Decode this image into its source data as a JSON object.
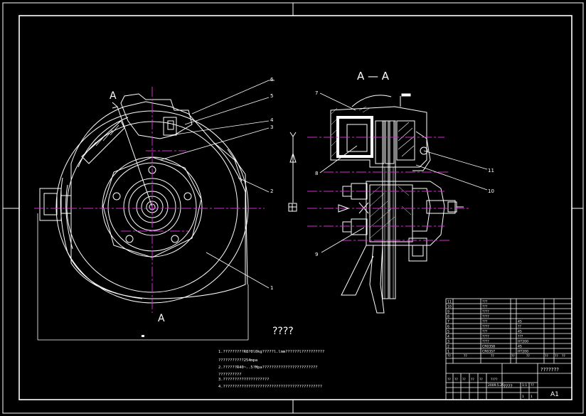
{
  "section_title": "A — A",
  "front_view": {
    "section_marker_top": "A",
    "section_marker_bottom": "A",
    "balloons": [
      "1",
      "2",
      "3",
      "4",
      "5",
      "6"
    ]
  },
  "section_view": {
    "balloons": [
      "7",
      "8",
      "9",
      "10",
      "11"
    ]
  },
  "tech_requirements": {
    "heading": "????",
    "lines": [
      "1.?????????R8?0l0kg?????l.lmm??????l??????????",
      "???????????254mpa",
      "2.??????R40~..5?Mpa????????????????????????",
      "??????????",
      "3.????????????????????",
      "4.???????????????????????????????????????????"
    ]
  },
  "title_block": {
    "parts_rows": [
      {
        "no": "11",
        "name": "???",
        "qty": "",
        "mat": ""
      },
      {
        "no": "10",
        "name": "???",
        "qty": "",
        "mat": ""
      },
      {
        "no": "9",
        "name": "????",
        "qty": "",
        "mat": ""
      },
      {
        "no": "8",
        "name": "????",
        "qty": "",
        "mat": ""
      },
      {
        "no": "7",
        "name": "???",
        "qty": "",
        "mat": "45"
      },
      {
        "no": "6",
        "name": "????",
        "qty": "",
        "mat": "??"
      },
      {
        "no": "5",
        "name": "???",
        "qty": "",
        "mat": "45"
      },
      {
        "no": "4",
        "name": "????",
        "qty": "",
        "mat": "???"
      },
      {
        "no": "3",
        "name": "????",
        "qty": "",
        "mat": "HT200"
      },
      {
        "no": "2",
        "name": "CR0358",
        "qty": "",
        "mat": "45"
      },
      {
        "no": "1",
        "name": "CR0357",
        "qty": "",
        "mat": "HT200"
      }
    ],
    "header_row": [
      "??",
      "??",
      "??",
      "??",
      "??",
      "??",
      "??",
      "??"
    ],
    "drawing_name": "???????",
    "sheet_size": "A1",
    "scale_label": "????",
    "sign_row": [
      "??",
      "??",
      "??",
      "??",
      "??",
      "2009.5.25",
      "????"
    ],
    "small_cells": [
      "1:1",
      "??",
      "1",
      "1"
    ]
  }
}
